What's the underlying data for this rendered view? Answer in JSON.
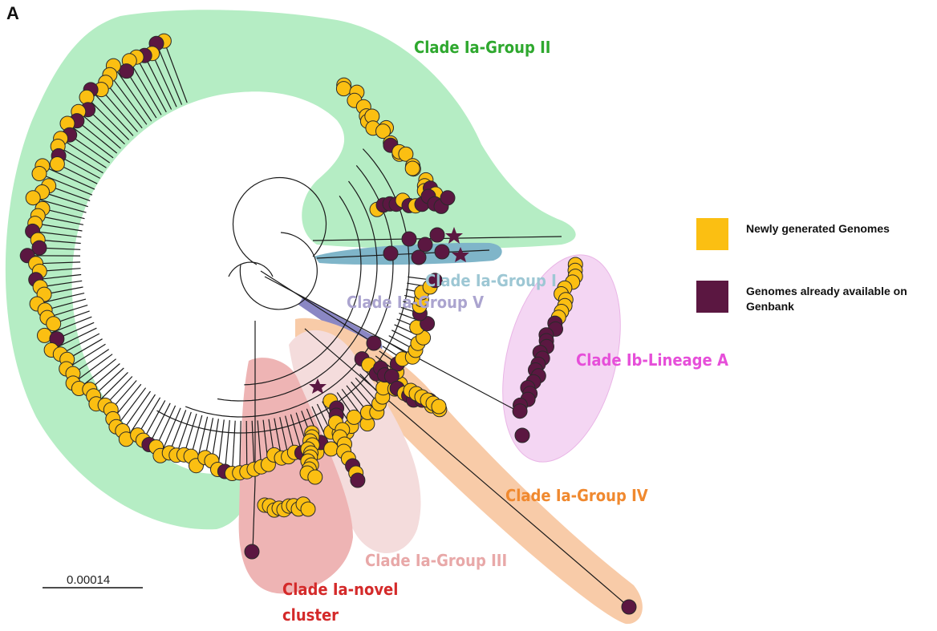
{
  "panel_letter": "A",
  "legend": {
    "items": [
      {
        "label": "Newly generated Genomes",
        "color": "#fbbf12",
        "icon": "square-icon"
      },
      {
        "label": "Genomes already available on Genbank",
        "color": "#5b1741",
        "icon": "square-icon"
      }
    ]
  },
  "scale_bar": {
    "label": "0.00014"
  },
  "clades": [
    {
      "label": "Clade Ia-Group II",
      "color": "#2ea82e",
      "fill": "#b5edc4"
    },
    {
      "label": "Clade Ia-Group I",
      "color": "#9dc7d4",
      "fill": "#7fb5c9"
    },
    {
      "label": "Clade Ia-Group V",
      "color": "#aba4cf",
      "fill": "#8a87c4"
    },
    {
      "label": "Clade Ib-Lineage A",
      "color": "#e64fd9",
      "fill": "#f4d6f3"
    },
    {
      "label": "Clade Ia-Group IV",
      "color": "#f0892f",
      "fill": "#f8cba8"
    },
    {
      "label": "Clade Ia-Group III",
      "color": "#e8a8a8",
      "fill": "#f4dcdc"
    },
    {
      "label": "Clade Ia-novel cluster",
      "color": "#d42a2a",
      "fill": "#eeb4b4"
    }
  ],
  "tip_colors": {
    "new": "#fbbf12",
    "genbank": "#5b1741"
  }
}
